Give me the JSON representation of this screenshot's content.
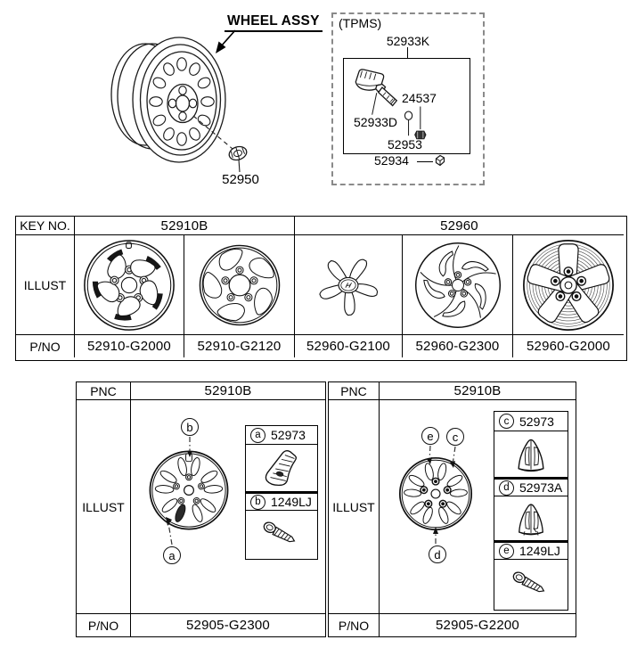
{
  "figure": {
    "wheel_assy_label": "WHEEL ASSY",
    "nut_part": "52950"
  },
  "tpms": {
    "title": "(TPMS)",
    "kit_part": "52933K",
    "nut_part": "24537",
    "valve_part": "52933D",
    "seal_part": "52953",
    "cap_part": "52934"
  },
  "key_table": {
    "key_no_label": "KEY NO.",
    "illust_label": "ILLUST",
    "pno_label": "P/NO",
    "groups": [
      {
        "key_no": "52910B"
      },
      {
        "key_no": "52960"
      }
    ],
    "columns": [
      {
        "pno": "52910-G2000",
        "icon": "alloy-wheel-twin-5-spoke"
      },
      {
        "pno": "52910-G2120",
        "icon": "alloy-wheel-blade-5-spoke"
      },
      {
        "pno": "52960-G2100",
        "icon": "spider-center-cap"
      },
      {
        "pno": "52960-G2300",
        "icon": "wheel-cover-turbine"
      },
      {
        "pno": "52960-G2000",
        "icon": "wheel-cover-5-spoke"
      }
    ]
  },
  "pnc_tables": [
    {
      "pnc_label": "PNC",
      "illust_label": "ILLUST",
      "pno_label": "P/NO",
      "pnc": "52910B",
      "pno": "52905-G2300",
      "callouts": [
        {
          "letter": "b"
        },
        {
          "letter": "a"
        }
      ],
      "legend": [
        {
          "letter": "a",
          "part": "52973",
          "icon": "spoke-insert"
        },
        {
          "letter": "b",
          "part": "1249LJ",
          "icon": "screw"
        }
      ]
    },
    {
      "pnc_label": "PNC",
      "illust_label": "ILLUST",
      "pno_label": "P/NO",
      "pnc": "52910B",
      "pno": "52905-G2200",
      "callouts": [
        {
          "letter": "e"
        },
        {
          "letter": "c"
        },
        {
          "letter": "d"
        }
      ],
      "legend": [
        {
          "letter": "c",
          "part": "52973",
          "icon": "wheel-cap-clip"
        },
        {
          "letter": "d",
          "part": "52973A",
          "icon": "wheel-cap-clip"
        },
        {
          "letter": "e",
          "part": "1249LJ",
          "icon": "screw"
        }
      ]
    }
  ],
  "colors": {
    "line": "#1a1a1a",
    "dash_border": "#8a8a8a",
    "accent_fill": "#161616"
  }
}
